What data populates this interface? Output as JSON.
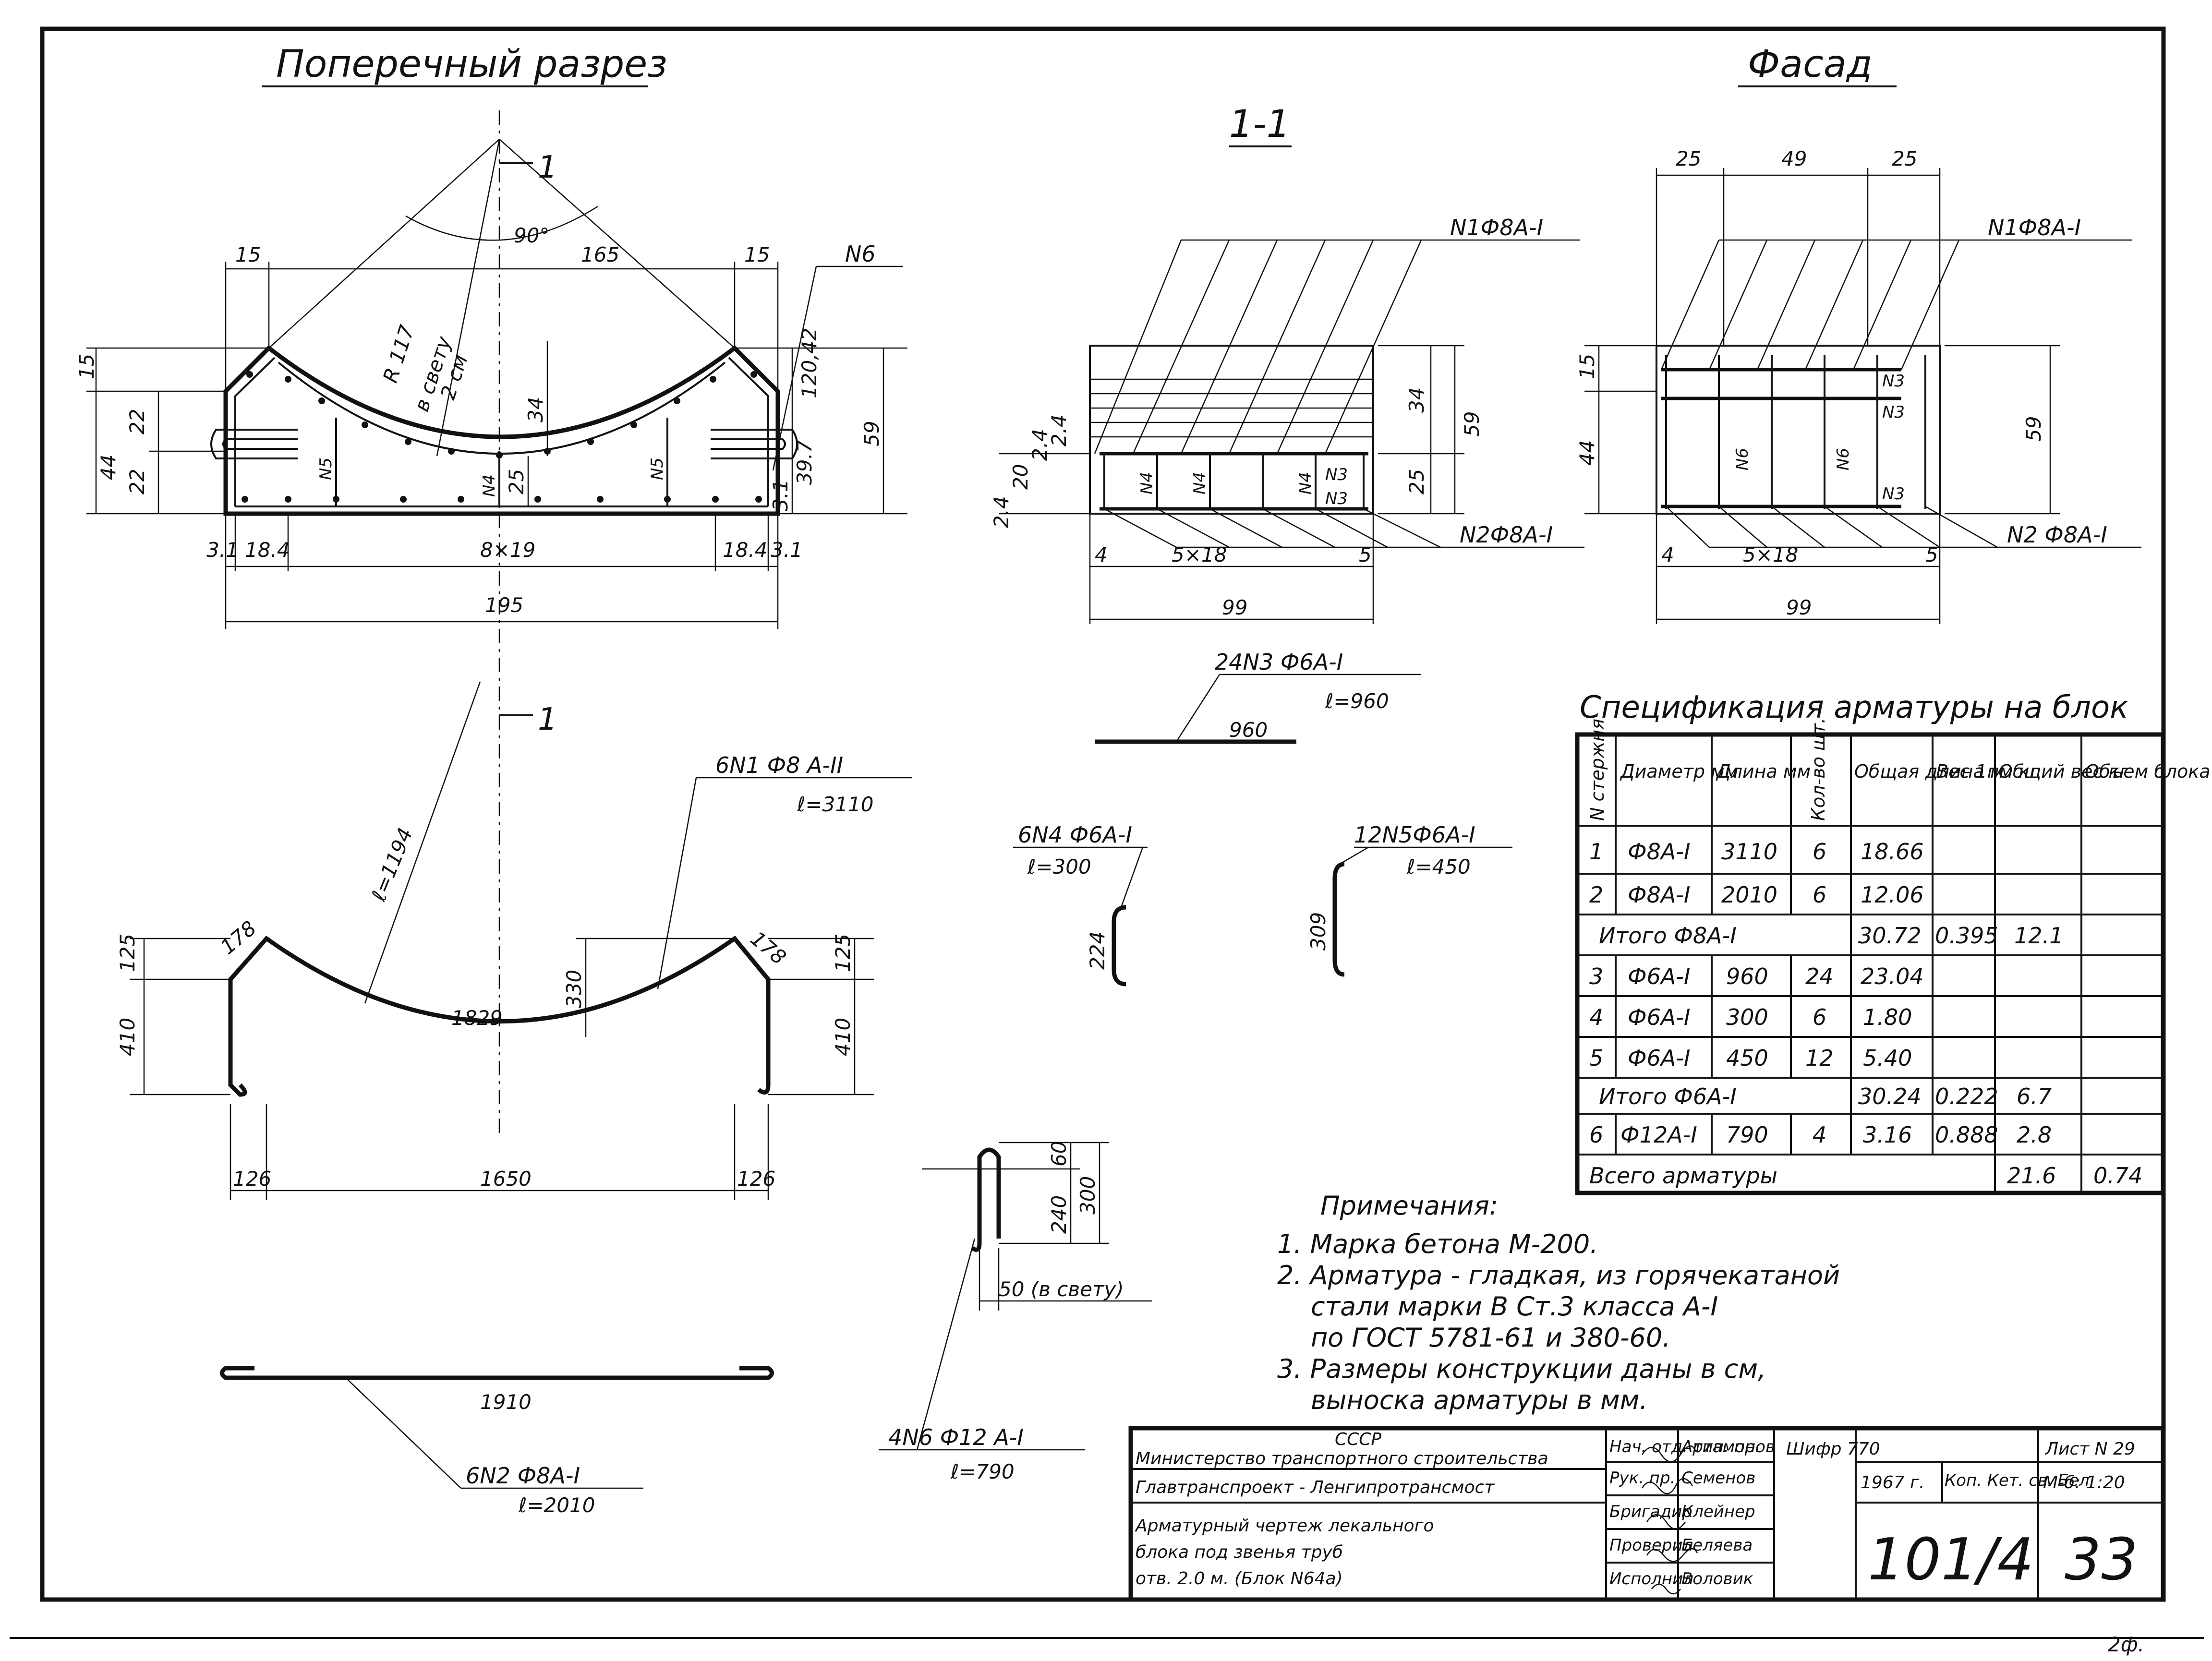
{
  "views": {
    "cross_section": {
      "title": "Поперечный разрез",
      "section_mark": "1",
      "angle": "90°",
      "radius": "R 117",
      "clear": "в свету",
      "clear_val": "2 см",
      "mark_n6": "N6",
      "mark_n5": "N5",
      "mark_n4": "N4",
      "dims": [
        "15",
        "165",
        "15",
        "15",
        "44",
        "22",
        "22",
        "34",
        "25",
        "120,42",
        "39.7",
        "59",
        "3.1",
        "18.4",
        "8×19",
        "18.4",
        "3.1",
        "195",
        "3.1",
        "3.1"
      ]
    },
    "section_1_1": {
      "title": "1-1",
      "label_n1": "N1Ф8А-I",
      "label_n2": "N2Ф8А-I",
      "marks": [
        "N4",
        "N4",
        "N4",
        "N3",
        "N3"
      ],
      "dims": [
        "34",
        "59",
        "25",
        "2.4",
        "20",
        "2.4",
        "2.4",
        "5×18",
        "4",
        "5",
        "99"
      ]
    },
    "facade": {
      "title": "Фасад",
      "label_n1": "N1Ф8А-I",
      "label_n2": "N2 Ф8А-I",
      "marks": [
        "N3",
        "N3",
        "N3",
        "N6",
        "N6"
      ],
      "dims": [
        "25",
        "49",
        "25",
        "15",
        "44",
        "59",
        "5×18",
        "4",
        "5",
        "99"
      ]
    }
  },
  "bars": {
    "bar3": {
      "label": "24N3 Ф6А-I",
      "length": "ℓ=960",
      "dim": "960"
    },
    "bar1": {
      "label": "6N1 Ф8 А-II",
      "length": "ℓ=3110",
      "chord": "ℓ=1194",
      "dims": [
        "178",
        "178",
        "125",
        "125",
        "410",
        "410",
        "330",
        "1829",
        "126",
        "1650",
        "126"
      ]
    },
    "bar4": {
      "label": "6N4 Ф6А-I",
      "length": "ℓ=300",
      "dim": "224"
    },
    "bar5": {
      "label": "12N5Ф6А-I",
      "length": "ℓ=450",
      "dim": "309"
    },
    "bar6": {
      "label": "4N6 Ф12 А-I",
      "length": "ℓ=790",
      "dims": [
        "60",
        "240",
        "300"
      ],
      "clear": "50 (в свету)"
    },
    "bar2": {
      "label": "6N2 Ф8А-I",
      "length": "ℓ=2010",
      "dim": "1910"
    }
  },
  "spec": {
    "title": "Спецификация арматуры на блок",
    "headers": [
      "N стержня",
      "Диаметр мм",
      "Длина мм",
      "Кол-во шт.",
      "Общая длина м",
      "Вес 1пм кг",
      "Общий вес кг",
      "Объем блока м³"
    ],
    "rows": [
      {
        "type": "item",
        "cells": [
          "1",
          "Ф8А-I",
          "3110",
          "6",
          "18.66",
          "",
          "",
          ""
        ]
      },
      {
        "type": "item",
        "cells": [
          "2",
          "Ф8А-I",
          "2010",
          "6",
          "12.06",
          "",
          "",
          ""
        ]
      },
      {
        "type": "total",
        "label": "Итого Ф8А-I",
        "cells": [
          "30.72",
          "0.395",
          "12.1",
          ""
        ]
      },
      {
        "type": "item",
        "cells": [
          "3",
          "Ф6А-I",
          "960",
          "24",
          "23.04",
          "",
          "",
          ""
        ]
      },
      {
        "type": "item",
        "cells": [
          "4",
          "Ф6А-I",
          "300",
          "6",
          "1.80",
          "",
          "",
          ""
        ]
      },
      {
        "type": "item",
        "cells": [
          "5",
          "Ф6А-I",
          "450",
          "12",
          "5.40",
          "",
          "",
          ""
        ]
      },
      {
        "type": "total",
        "label": "Итого Ф6А-I",
        "cells": [
          "30.24",
          "0.222",
          "6.7",
          ""
        ]
      },
      {
        "type": "item",
        "cells": [
          "6",
          "Ф12А-I",
          "790",
          "4",
          "3.16",
          "0.888",
          "2.8",
          ""
        ]
      },
      {
        "type": "grand",
        "label": "Всего арматуры",
        "cells": [
          "21.6",
          "0.74"
        ]
      }
    ]
  },
  "notes": {
    "title": "Примечания:",
    "items": [
      "1. Марка бетона М-200.",
      "2. Арматура - гладкая, из горячекатаной",
      "стали марки В Ст.3 класса А-I",
      "по ГОСТ 5781-61 и 380-60.",
      "3. Размеры конструкции даны в см,",
      "выноска арматуры в мм."
    ]
  },
  "stamp": {
    "org1": "СССР",
    "org2": "Министерство транспортного строительства",
    "org3": "Главтранспроект - Ленгипротрансмост",
    "desc": [
      "Арматурный чертеж лекального",
      "блока под звенья труб",
      "отв. 2.0 м. (Блок N64а)"
    ],
    "roles": [
      "Нач. отд. тип. пр.",
      "Рук. пр.",
      "Бригадир",
      "Проверил",
      "Исполнил"
    ],
    "names": [
      "Артамонов",
      "Семенов",
      "Клейнер",
      "Беляева",
      "Воловик"
    ],
    "cipher": "Шифр 770",
    "sheet": "Лист N 29",
    "year": "1967 г.",
    "copy": "Коп. Кет. св. Бел.",
    "scale": "М-б: 1:20",
    "number": "101/4",
    "page": "33"
  },
  "corner": "2ф."
}
